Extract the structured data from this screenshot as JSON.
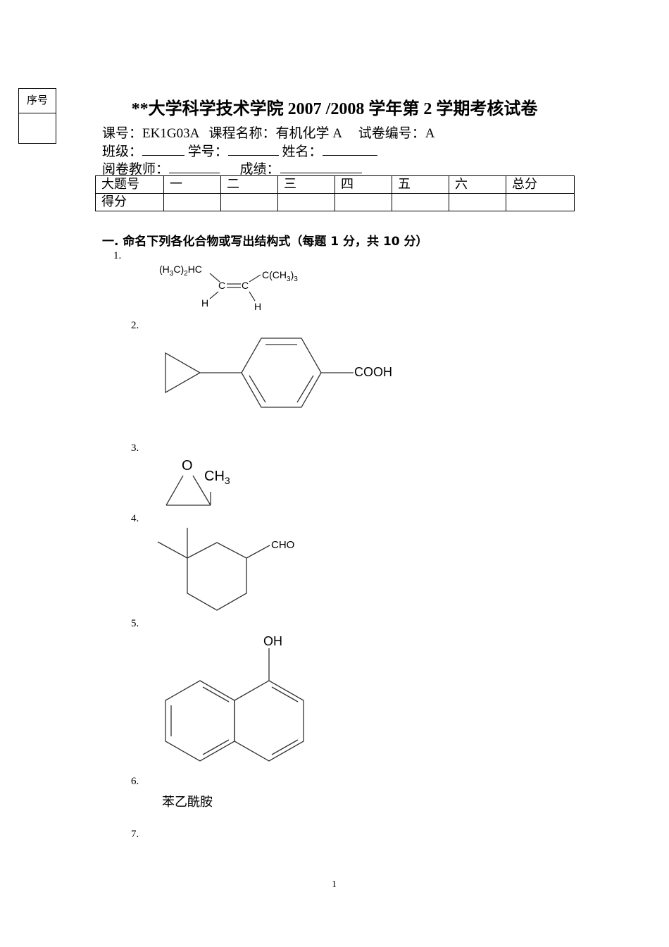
{
  "seq_box": {
    "label": "序号",
    "value": ""
  },
  "header": {
    "title": "**大学科学技术学院 2007 /2008 学年第 2 学期考核试卷",
    "line1": {
      "course_no_label": "课号：",
      "course_no": "EK1G03A",
      "course_name_label": "课程名称：",
      "course_name": "有机化学 A",
      "paper_no_label": "试卷编号：",
      "paper_no": "A"
    },
    "line2": {
      "class_label": "班级：",
      "class_value": "",
      "student_no_label": "学号：",
      "student_no_value": "",
      "name_label": "姓名：",
      "name_value": ""
    },
    "line3": {
      "grader_label": "阅卷教师：",
      "grader_value": "",
      "score_label": "成绩：",
      "score_value": ""
    }
  },
  "score_table": {
    "header_row": [
      "大题号",
      "一",
      "二",
      "三",
      "四",
      "五",
      "六",
      "总分"
    ],
    "score_row": [
      "得分",
      "",
      "",
      "",
      "",
      "",
      "",
      ""
    ]
  },
  "section1": {
    "title": "一. 命名下列各化合物或写出结构式（每题 1 分，共 10 分）",
    "questions": [
      {
        "num": "1.",
        "labels": {
          "left": "(H3C)2HC",
          "right": "C(CH3)3",
          "c1": "C",
          "c2": "C",
          "h1": "H",
          "h2": "H"
        }
      },
      {
        "num": "2.",
        "labels": {
          "group": "COOH"
        }
      },
      {
        "num": "3.",
        "labels": {
          "o": "O",
          "methyl": "CH3"
        }
      },
      {
        "num": "4.",
        "labels": {
          "group": "CHO"
        }
      },
      {
        "num": "5.",
        "labels": {
          "group": "OH"
        }
      },
      {
        "num": "6.",
        "answer": "苯乙酰胺"
      },
      {
        "num": "7.",
        "answer": ""
      }
    ]
  },
  "footer": {
    "page_number": "1"
  }
}
